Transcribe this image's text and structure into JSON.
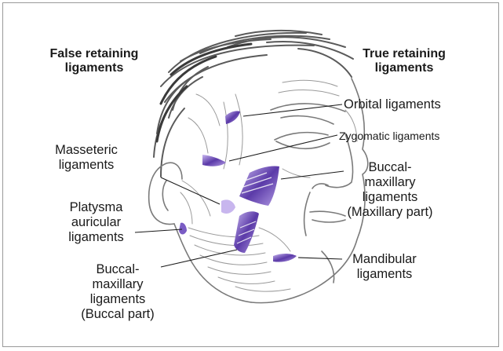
{
  "headers": {
    "false_line1": "False retaining",
    "false_line2": "ligaments",
    "true_line1": "True retaining",
    "true_line2": "ligaments"
  },
  "labels": {
    "orbital": "Orbital ligaments",
    "zygomatic": "Zygomatic ligaments",
    "buccal_max_1": "Buccal-",
    "buccal_max_2": "maxillary",
    "buccal_max_3": "ligaments",
    "buccal_max_4": "(Maxillary part)",
    "masseteric_1": "Masseteric",
    "masseteric_2": "ligaments",
    "platysma_1": "Platysma",
    "platysma_2": "auricular",
    "platysma_3": "ligaments",
    "buccal_b_1": "Buccal-",
    "buccal_b_2": "maxillary",
    "buccal_b_3": "ligaments",
    "buccal_b_4": "(Buccal part)",
    "mandibular_1": "Mandibular",
    "mandibular_2": "ligaments"
  },
  "colors": {
    "ligament": "#6a4ab8",
    "ligament_light": "#b9a6e6",
    "sketch": "#8a8a8a",
    "hair": "#555555"
  }
}
